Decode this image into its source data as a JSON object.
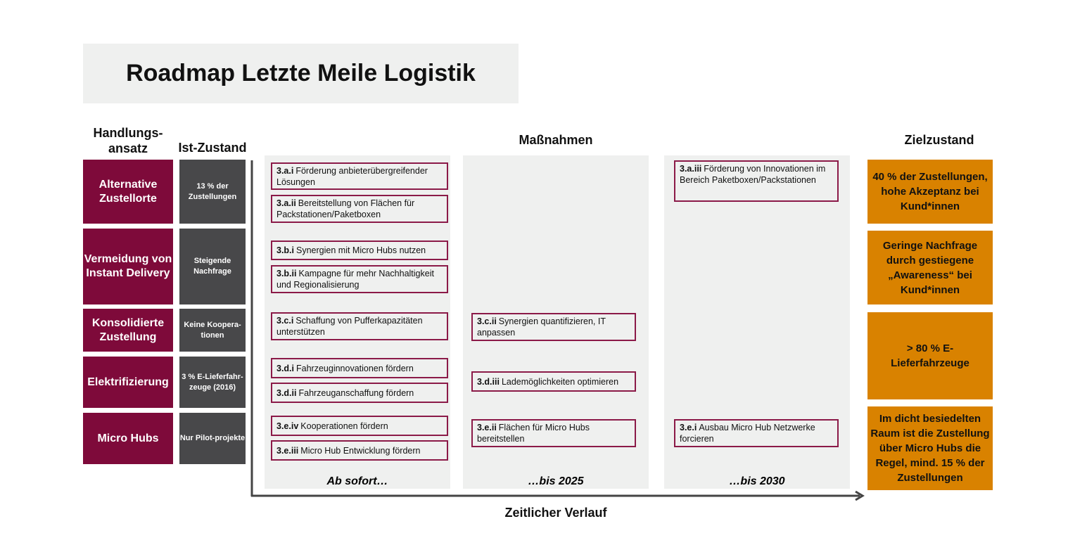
{
  "title": "Roadmap Letzte Meile Logistik",
  "headers": {
    "approach": "Handlungs-ansatz",
    "current": "Ist-Zustand",
    "measures": "Maßnahmen",
    "target": "Zielzustand",
    "timeline": "Zeitlicher Verlauf"
  },
  "rows": [
    {
      "approach": "Alternative Zustellorte",
      "current": "13 % der Zustellungen",
      "target": "40 % der Zustellungen, hohe Akzeptanz bei Kund*innen"
    },
    {
      "approach": "Vermeidung von Instant Delivery",
      "current": "Steigende Nachfrage",
      "target": "Geringe Nachfrage durch gestiegene „Awareness“ bei Kund*innen"
    },
    {
      "approach": "Konsolidierte Zustellung",
      "current": "Keine Koopera-tionen",
      "target": "> 80 % E-Lieferfahrzeuge"
    },
    {
      "approach": "Elektrifizierung",
      "current": "3 % E-Lieferfahr-zeuge (2016)",
      "target": "Im dicht besiedelten Raum ist die Zustellung über Micro Hubs die Regel, mind. 15 % der Zustellungen"
    },
    {
      "approach": "Micro Hubs",
      "current": "Nur Pilot-projekte"
    }
  ],
  "phases": [
    "Ab sofort…",
    "…bis 2025",
    "…bis 2030"
  ],
  "measures": [
    {
      "id": "3.a.i",
      "text": "Förderung anbieterübergreifender Lösungen"
    },
    {
      "id": "3.a.ii",
      "text": "Bereitstellung von Flächen für Packstationen/Paketboxen"
    },
    {
      "id": "3.b.i",
      "text": "Synergien mit Micro Hubs nutzen"
    },
    {
      "id": "3.b.ii",
      "text": "Kampagne für mehr Nachhaltigkeit und Regionalisierung"
    },
    {
      "id": "3.c.i",
      "text": "Schaffung von Pufferkapazitäten unterstützen"
    },
    {
      "id": "3.d.i",
      "text": "Fahrzeuginnovationen fördern"
    },
    {
      "id": "3.d.ii",
      "text": "Fahrzeuganschaffung fördern"
    },
    {
      "id": "3.e.iv",
      "text": "Kooperationen fördern"
    },
    {
      "id": "3.e.iii",
      "text": "Micro Hub Entwicklung fördern"
    },
    {
      "id": "3.c.ii",
      "text": "Synergien quantifizieren, IT anpassen"
    },
    {
      "id": "3.d.iii",
      "text": "Lademöglichkeiten optimieren"
    },
    {
      "id": "3.e.ii",
      "text": "Flächen für Micro Hubs bereitstellen"
    },
    {
      "id": "3.a.iii",
      "text": "Förderung von Innovationen im Bereich Paketboxen/Packstationen"
    },
    {
      "id": "3.e.i",
      "text": "Ausbau Micro Hub Netzwerke forcieren"
    }
  ]
}
